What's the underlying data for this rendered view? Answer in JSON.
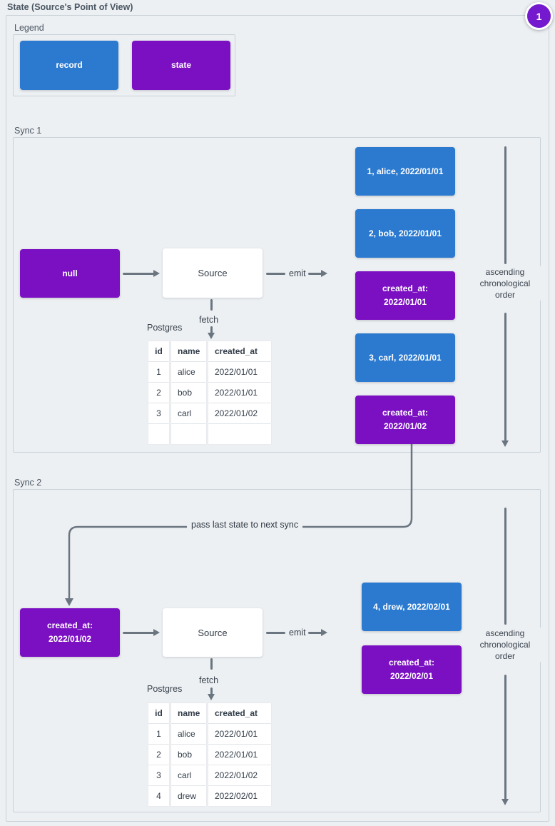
{
  "title": "State (Source's Point of View)",
  "badge": "1",
  "colors": {
    "bg": "#edf0f3",
    "record": "#2b7ad0",
    "state": "#7b10c3",
    "badge": "#7519cf",
    "line": "#6a7580",
    "border": "#c8d1d9",
    "text": "#434e59",
    "cellText": "#323c48"
  },
  "legend": {
    "label": "Legend",
    "items": [
      {
        "kind": "record",
        "label": "record"
      },
      {
        "kind": "state",
        "label": "state"
      }
    ]
  },
  "pass_label": "pass last state to next sync",
  "sync1": {
    "label": "Sync 1",
    "input_state": {
      "kind": "state",
      "line1": "null",
      "line2": ""
    },
    "source": "Source",
    "fetch": "fetch",
    "emit": "emit",
    "db": "Postgres",
    "table": {
      "headers": [
        "id",
        "name",
        "created_at"
      ],
      "rows": [
        [
          "1",
          "alice",
          "2022/01/01"
        ],
        [
          "2",
          "bob",
          "2022/01/01"
        ],
        [
          "3",
          "carl",
          "2022/01/02"
        ],
        [
          "",
          "",
          ""
        ]
      ]
    },
    "emitted": [
      {
        "kind": "record",
        "line1": "1, alice, 2022/01/01",
        "line2": ""
      },
      {
        "kind": "record",
        "line1": "2, bob, 2022/01/01",
        "line2": ""
      },
      {
        "kind": "state",
        "line1": "created_at:",
        "line2": "2022/01/01"
      },
      {
        "kind": "record",
        "line1": "3, carl, 2022/01/01",
        "line2": ""
      },
      {
        "kind": "state",
        "line1": "created_at:",
        "line2": "2022/01/02"
      }
    ],
    "order_note": {
      "line1": "ascending",
      "line2": "chronological",
      "line3": "order"
    }
  },
  "sync2": {
    "label": "Sync 2",
    "input_state": {
      "kind": "state",
      "line1": "created_at:",
      "line2": "2022/01/02"
    },
    "source": "Source",
    "fetch": "fetch",
    "emit": "emit",
    "db": "Postgres",
    "table": {
      "headers": [
        "id",
        "name",
        "created_at"
      ],
      "rows": [
        [
          "1",
          "alice",
          "2022/01/01"
        ],
        [
          "2",
          "bob",
          "2022/01/01"
        ],
        [
          "3",
          "carl",
          "2022/01/02"
        ],
        [
          "4",
          "drew",
          "2022/02/01"
        ]
      ]
    },
    "emitted": [
      {
        "kind": "record",
        "line1": "4, drew, 2022/02/01",
        "line2": ""
      },
      {
        "kind": "state",
        "line1": "created_at:",
        "line2": "2022/02/01"
      }
    ],
    "order_note": {
      "line1": "ascending",
      "line2": "chronological",
      "line3": "order"
    }
  }
}
